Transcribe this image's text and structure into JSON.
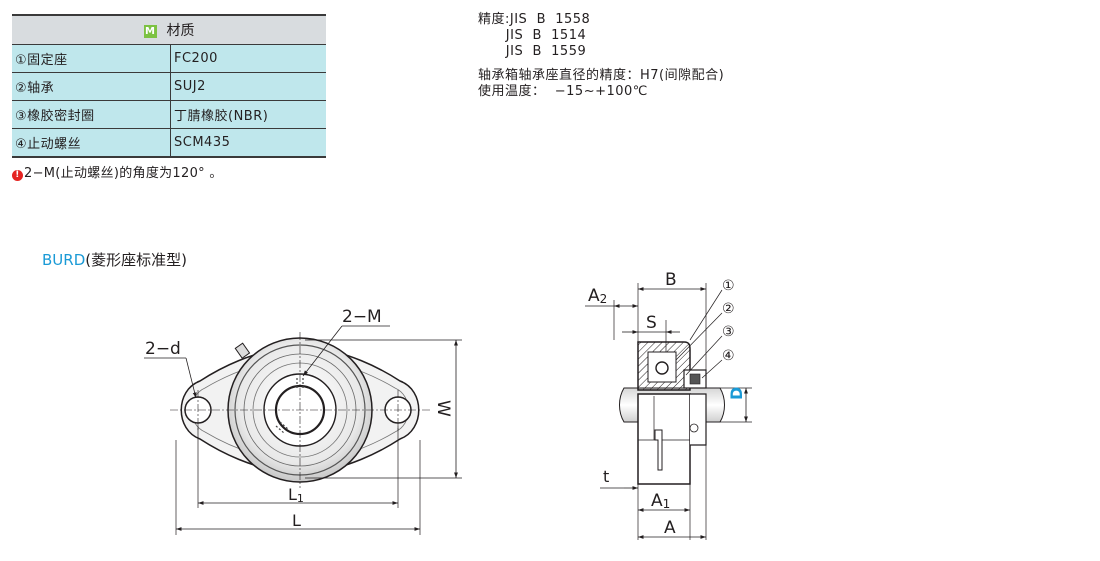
{
  "material_table": {
    "header_badge": "M",
    "header": "材质",
    "rows": [
      {
        "part": "①固定座",
        "material": "FC200"
      },
      {
        "part": "②轴承",
        "material": "SUJ2"
      },
      {
        "part": "③橡胶密封圈",
        "material": "丁腈橡胶(NBR)"
      },
      {
        "part": "④止动螺丝",
        "material": "SCM435"
      }
    ]
  },
  "note": {
    "icon": "!",
    "text": "2−M(止动螺丝)的角度为120°  。"
  },
  "precision": {
    "lines": [
      "精度:JIS  B  1558",
      "      JIS  B  1514",
      "      JIS  B  1559"
    ],
    "housing": "轴承箱轴承座直径的精度：H7(间隙配合)",
    "temperature": "使用温度：  −15~+100℃"
  },
  "model": {
    "code": "BURD",
    "name": "(菱形座标准型)"
  },
  "front_view": {
    "label_2M": "2−M",
    "label_2d": "2−d",
    "label_W": "W",
    "label_L1_main": "L",
    "label_L1_sub": "1",
    "label_L": "L"
  },
  "side_view": {
    "label_B": "B",
    "label_A2_main": "A",
    "label_A2_sub": "2",
    "label_S": "S",
    "label_D": "D",
    "label_t": "t",
    "label_A1_main": "A",
    "label_A1_sub": "1",
    "label_A": "A",
    "callouts": [
      "①",
      "②",
      "③",
      "④"
    ]
  },
  "colors": {
    "table_header": "#d8dcdf",
    "table_cell": "#bfe7ec",
    "badge_green": "#7cc242",
    "note_red": "#e52421",
    "accent_blue": "#1a9ad6"
  }
}
